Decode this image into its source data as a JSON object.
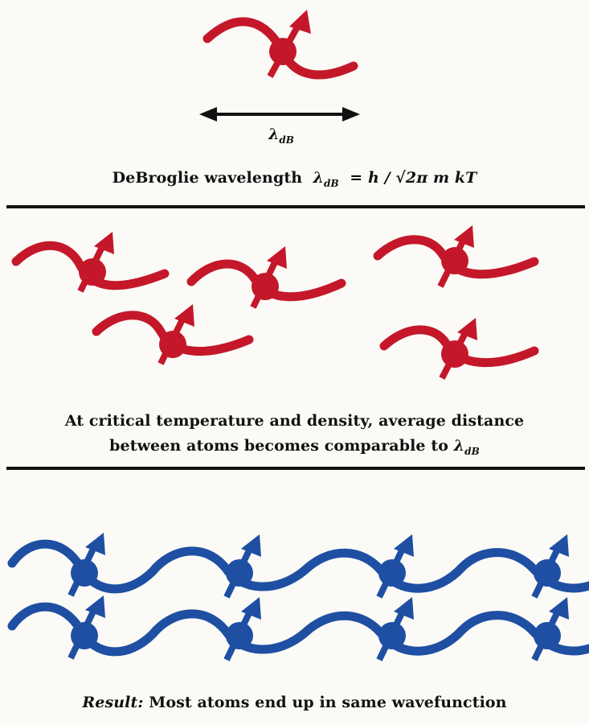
{
  "panel1": {
    "lambda_symbol": "λ",
    "lambda_subscript": "dB",
    "caption_text": "DeBroglie wavelength",
    "caption_lambda": "λ",
    "caption_subscript": "dB",
    "caption_formula": "= h / √2π m kT"
  },
  "panel2": {
    "caption_line1": "At critical temperature and density, average distance",
    "caption_line2": "between atoms becomes comparable to",
    "caption_lambda": "λ",
    "caption_subscript": "dB"
  },
  "panel3": {
    "caption_result": "Result:",
    "caption_rest": "Most atoms end up in same wavefunction"
  },
  "colors": {
    "red_atom": "#c4182a",
    "blue_atom": "#1e4fa3",
    "line": "#111111"
  }
}
